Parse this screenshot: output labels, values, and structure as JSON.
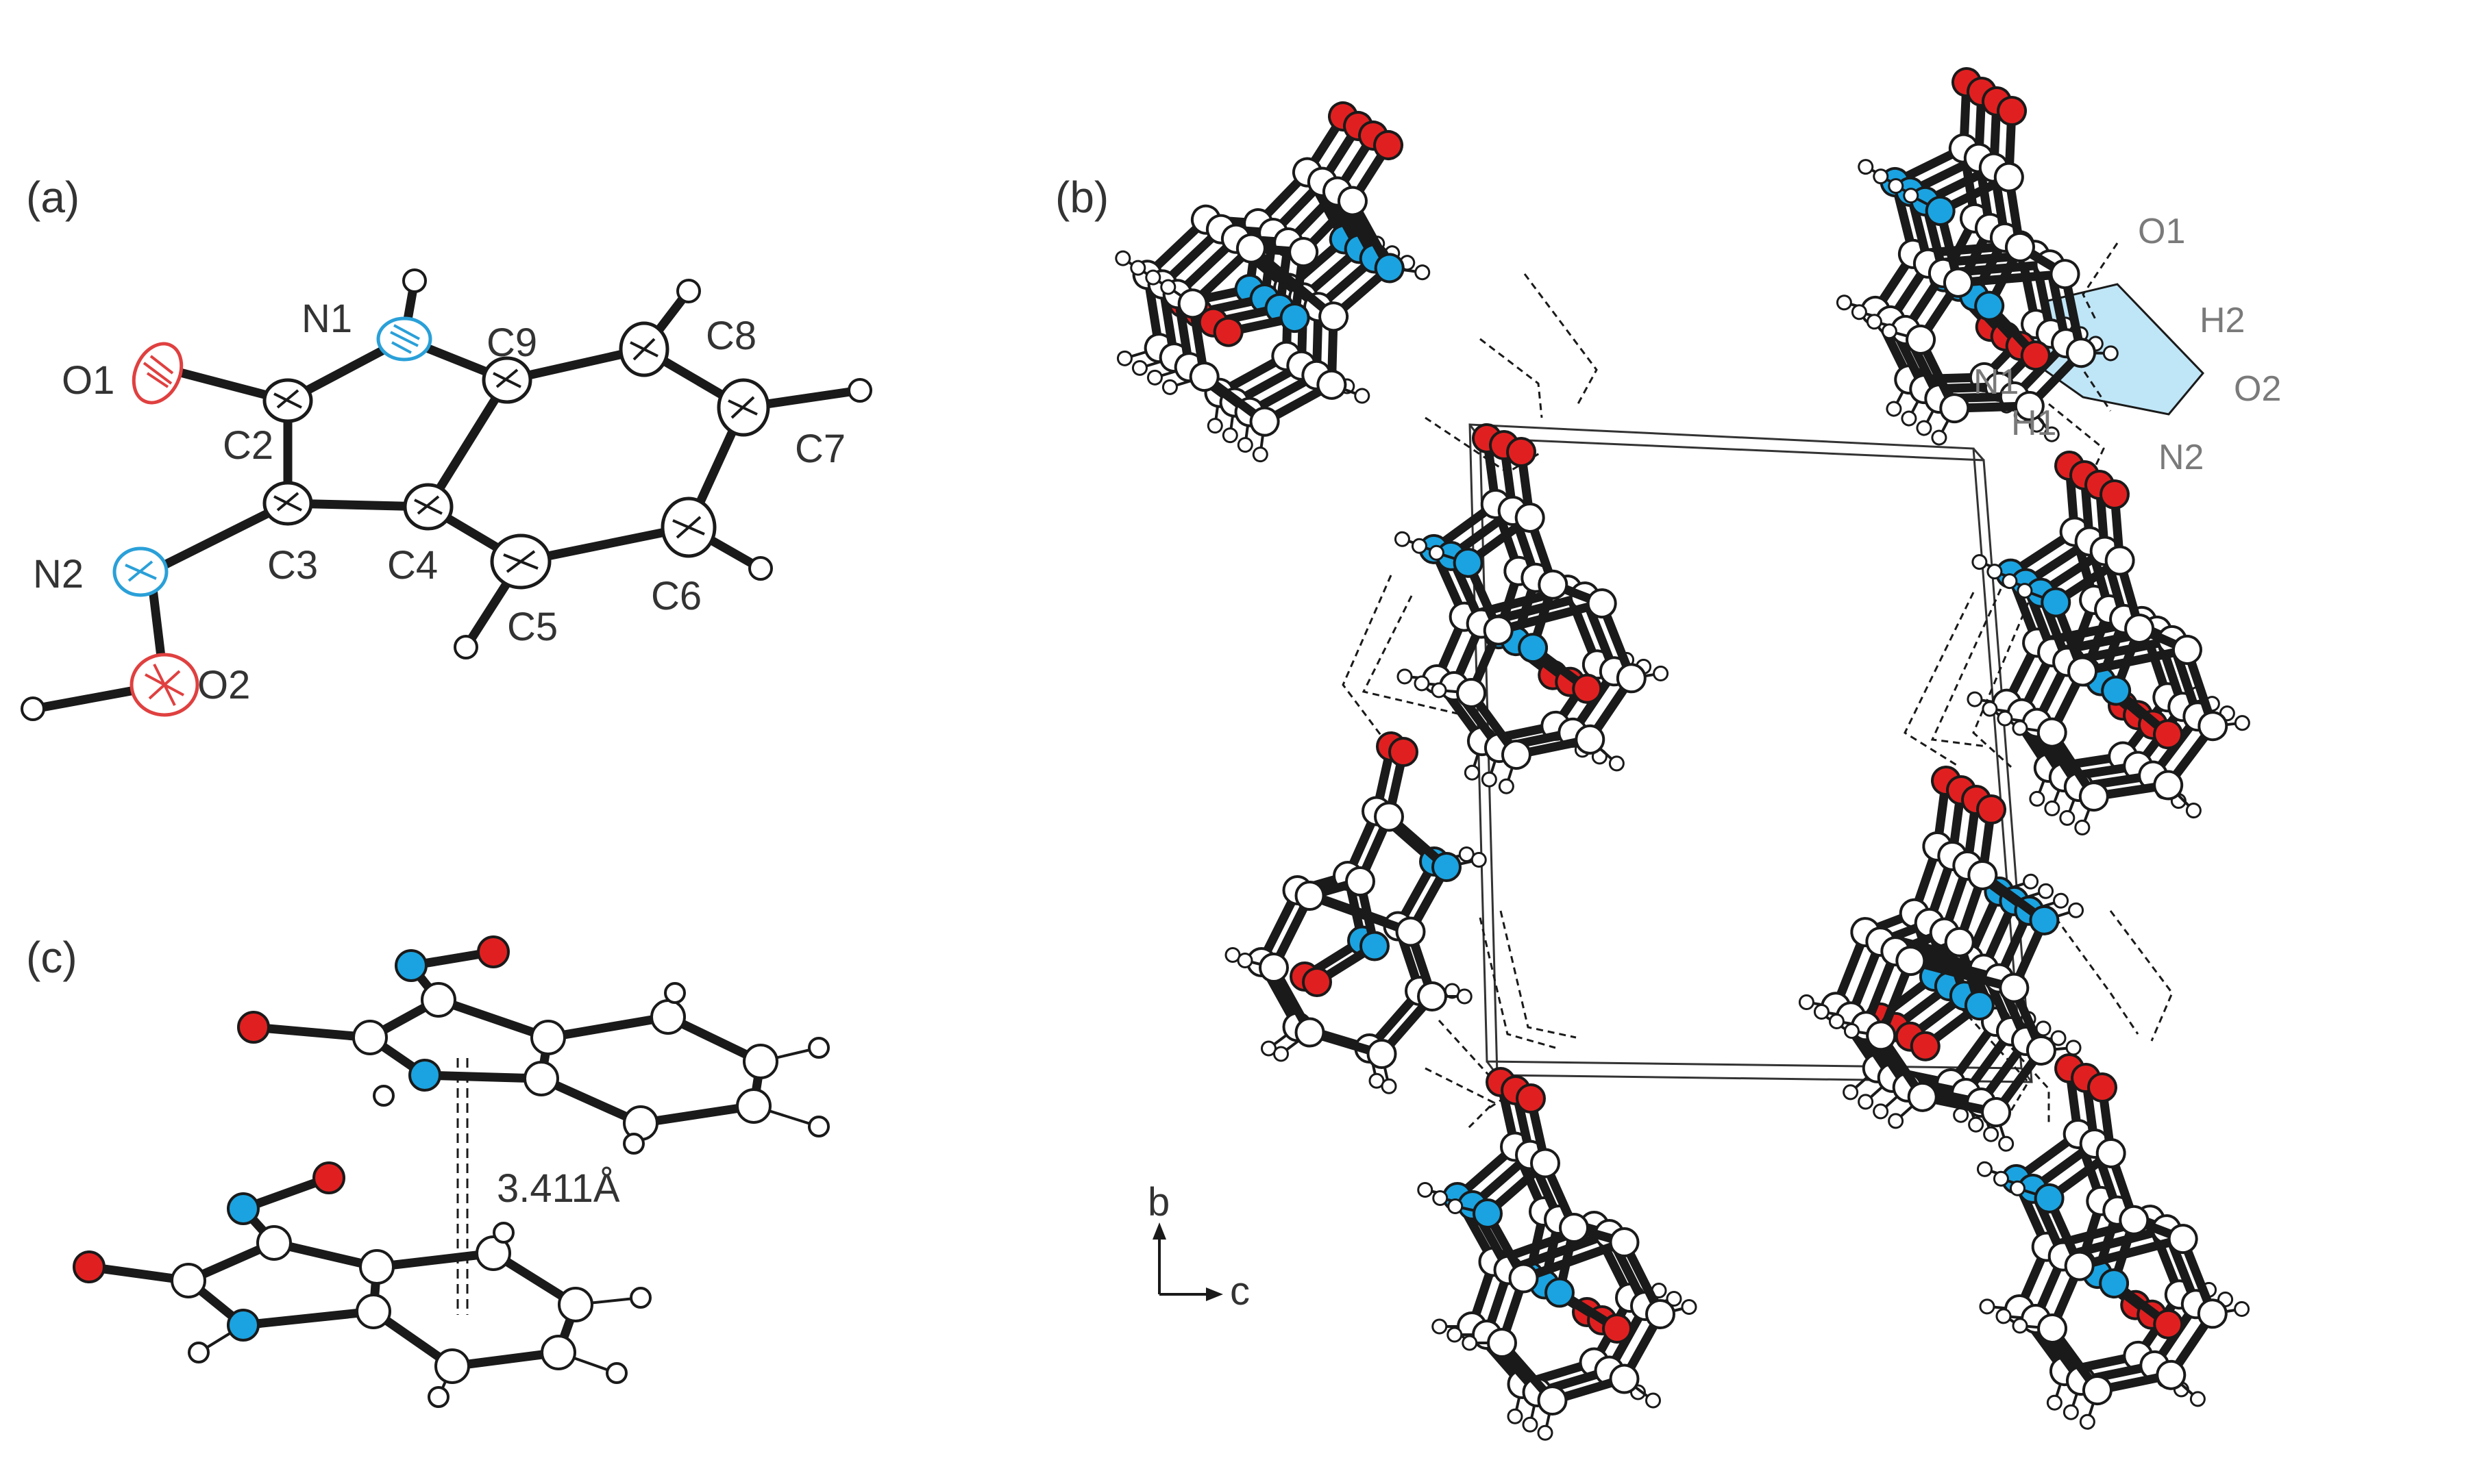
{
  "panels": {
    "a": {
      "label": "(a)",
      "atom_labels": [
        "N1",
        "C9",
        "C8",
        "O1",
        "C2",
        "C7",
        "C3",
        "C4",
        "N2",
        "C6",
        "C5",
        "O2"
      ]
    },
    "b": {
      "label": "(b)",
      "atom_labels": [
        "O1",
        "H2",
        "N1",
        "O2",
        "H1",
        "N2"
      ],
      "axis_labels": {
        "b": "b",
        "c": "c"
      }
    },
    "c": {
      "label": "(c)",
      "distance_label": "3.411Å"
    }
  },
  "colors": {
    "oxygen": "#e02020",
    "nitrogen": "#1aa3e0",
    "carbon": "#ffffff",
    "hydrogen": "#ffffff",
    "bond": "#1a1a1a",
    "hbond_highlight": "#bfe6f7",
    "ellipsoid_oxygen": "#e04040",
    "ellipsoid_nitrogen": "#2aa0d8"
  }
}
